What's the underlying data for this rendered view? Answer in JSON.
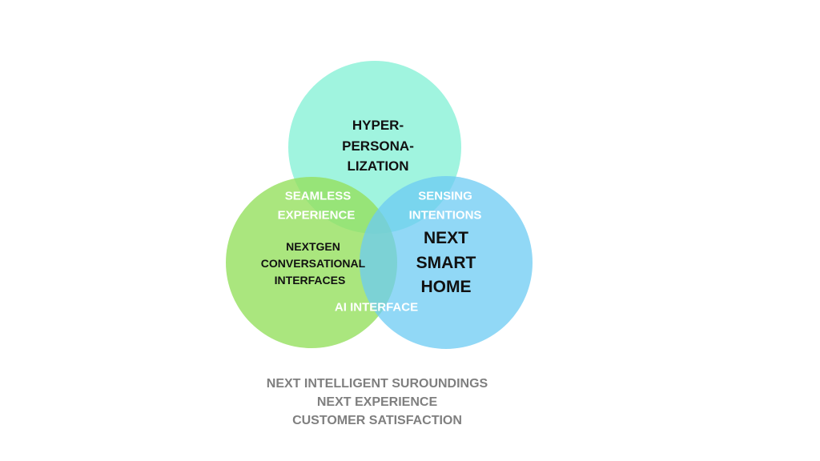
{
  "circles": {
    "top": {
      "lines": [
        "HYPER-",
        "PERSONA-",
        "LIZATION"
      ],
      "color": "#8ff2d9"
    },
    "left": {
      "lines": [
        "NEXTGEN",
        "CONVERSATIONAL",
        "INTERFACES"
      ],
      "color": "#9ee46a"
    },
    "right": {
      "lines": [
        "NEXT",
        "SMART",
        "HOME"
      ],
      "color": "#7fd3f5"
    }
  },
  "overlaps": {
    "top_left": [
      "SEAMLESS",
      "EXPERIENCE"
    ],
    "top_right": [
      "SENSING",
      "INTENTIONS"
    ],
    "left_right": "AI INTERFACE"
  },
  "footer": [
    "NEXT INTELLIGENT SUROUNDINGS",
    "NEXT EXPERIENCE",
    "CUSTOMER SATISFACTION"
  ]
}
